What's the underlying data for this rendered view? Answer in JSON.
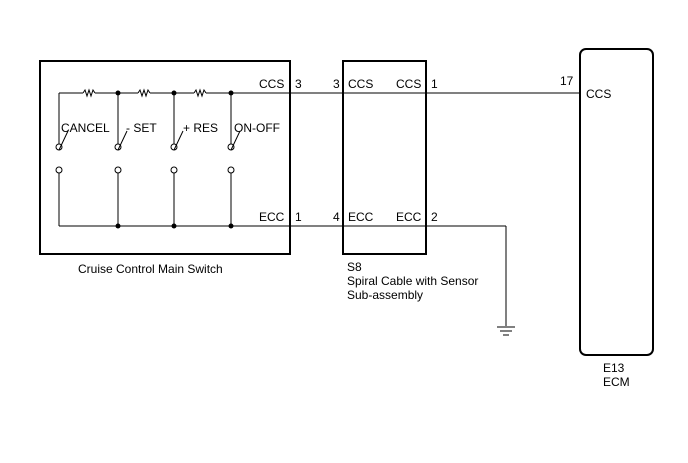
{
  "switch_box": {
    "caption": "Cruise Control Main Switch",
    "switches": [
      {
        "label": "CANCEL"
      },
      {
        "label": "- SET"
      },
      {
        "label": "+ RES"
      },
      {
        "label": "ON-OFF"
      }
    ],
    "pins": {
      "ccs_name": "CCS",
      "ccs_pin": "3",
      "ecc_name": "ECC",
      "ecc_pin": "1"
    }
  },
  "spiral_cable": {
    "code": "S8",
    "name_line1": "Spiral Cable with Sensor",
    "name_line2": "Sub-assembly",
    "pins": {
      "ccs_in_pin": "3",
      "ccs_in_name": "CCS",
      "ccs_out_name": "CCS",
      "ccs_out_pin": "1",
      "ecc_in_pin": "4",
      "ecc_in_name": "ECC",
      "ecc_out_name": "ECC",
      "ecc_out_pin": "2"
    }
  },
  "ecm": {
    "code": "E13",
    "name": "ECM",
    "pin_number": "17",
    "pin_name": "CCS"
  },
  "icons": {
    "ground": "ground-symbol-icon",
    "switch": "switch-symbol-icon",
    "resistor": "resistor-symbol-icon",
    "junction": "junction-dot-icon"
  },
  "colors": {
    "line": "#000000",
    "background": "#ffffff"
  }
}
